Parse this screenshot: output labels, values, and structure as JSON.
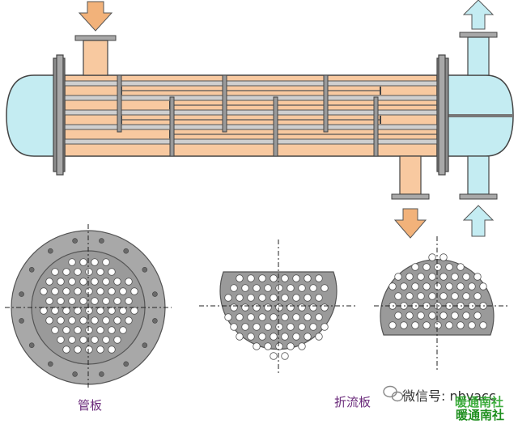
{
  "labels": {
    "tube_sheet": "管板",
    "baffle": "折流板",
    "wechat": "微信号: nhvacc",
    "stamp": "暖通南社",
    "footer": "暖通南社"
  },
  "icons": {
    "wechat": "wechat-logo-icon"
  },
  "colors": {
    "shell_fluid": "#f8c9a0",
    "tube_fluid": "#c4ecf2",
    "metal": "#a8a8a8",
    "plate": "#9a9a9a",
    "hole": "#ffffff",
    "outline": "#444444",
    "label_text": "#6a2a7a",
    "stamp": "#2aa52a"
  }
}
